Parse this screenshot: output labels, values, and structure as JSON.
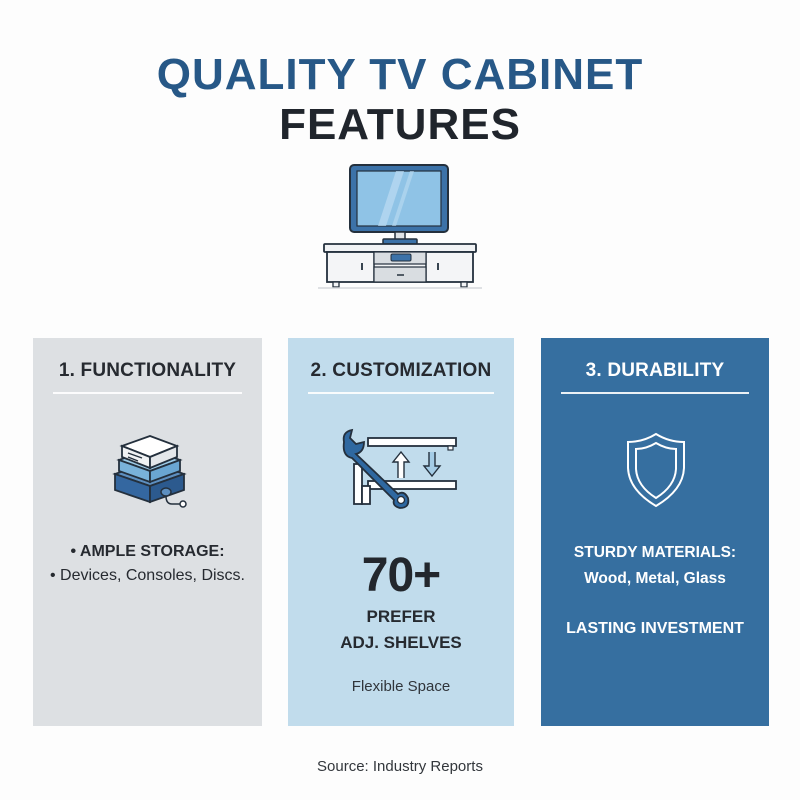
{
  "header": {
    "title_line1": "QUALITY TV CABINET",
    "title_line2": "FEATURES",
    "hero_icon": "tv-on-cabinet-icon"
  },
  "colors": {
    "title_blue": "#275887",
    "title_dark": "#20252c",
    "panel_grey": "#dde0e3",
    "panel_light_blue": "#c1dcec",
    "panel_dark_blue": "#366fa0",
    "accent_blue": "#2f68a0"
  },
  "panels": [
    {
      "title": "1. FUNCTIONALITY",
      "icon": "storage-stack-icon",
      "heading": "• AMPLE STORAGE:",
      "detail": "• Devices, Consoles, Discs."
    },
    {
      "title": "2. CUSTOMIZATION",
      "icon": "wrench-adjustable-shelves-icon",
      "stat": "70+",
      "stat_label_line1": "PREFER",
      "stat_label_line2": "ADJ. SHELVES",
      "footnote": "Flexible Space"
    },
    {
      "title": "3. DURABILITY",
      "icon": "shield-icon",
      "line1": "STURDY MATERIALS:",
      "line2": "Wood, Metal, Glass",
      "line3": "LASTING INVESTMENT"
    }
  ],
  "footer": {
    "source": "Source: Industry Reports"
  }
}
